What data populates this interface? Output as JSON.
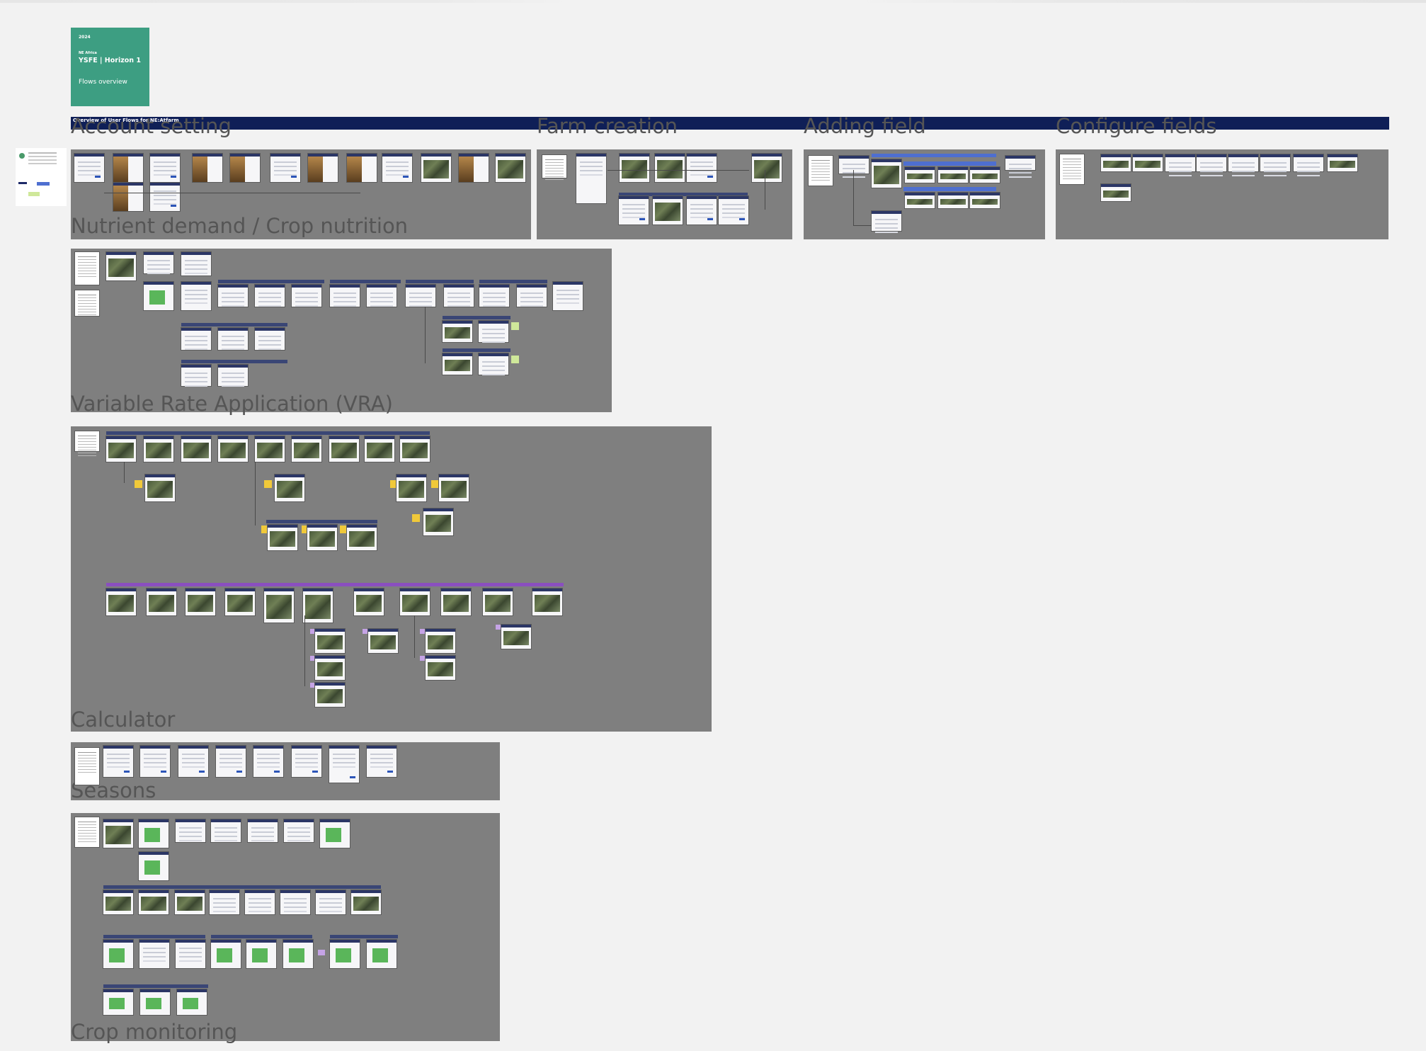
{
  "cover": {
    "year": "2024",
    "org": "NE Africa",
    "title": "YSFE | Horizon 1",
    "subtitle": "Flows overview"
  },
  "banner": {
    "title": "Overview of User Flows for NE:Atfarm"
  },
  "sections": {
    "account_setting": "Account setting",
    "farm_creation": "Farm creation",
    "adding_field": "Adding field",
    "configure_fields": "Configure fields",
    "nutrient_demand": "Nutrient demand / Crop nutrition",
    "vra": "Variable Rate Application (VRA)",
    "calculator": "Calculator",
    "seasons": "Seasons",
    "crop_monitoring": "Crop monitoring"
  },
  "colors": {
    "canvas": "#f2f2f2",
    "frame": "#7f7f7f",
    "cover": "#3d9e82",
    "banner": "#0f1f57",
    "label": "#555555",
    "flow_bar_navy": "#3a4675",
    "flow_bar_purple": "#8a4fbf",
    "sticky_yellow": "#f0c93a",
    "sticky_purple": "#c5a3e6",
    "sticky_green": "#cfe89a"
  }
}
